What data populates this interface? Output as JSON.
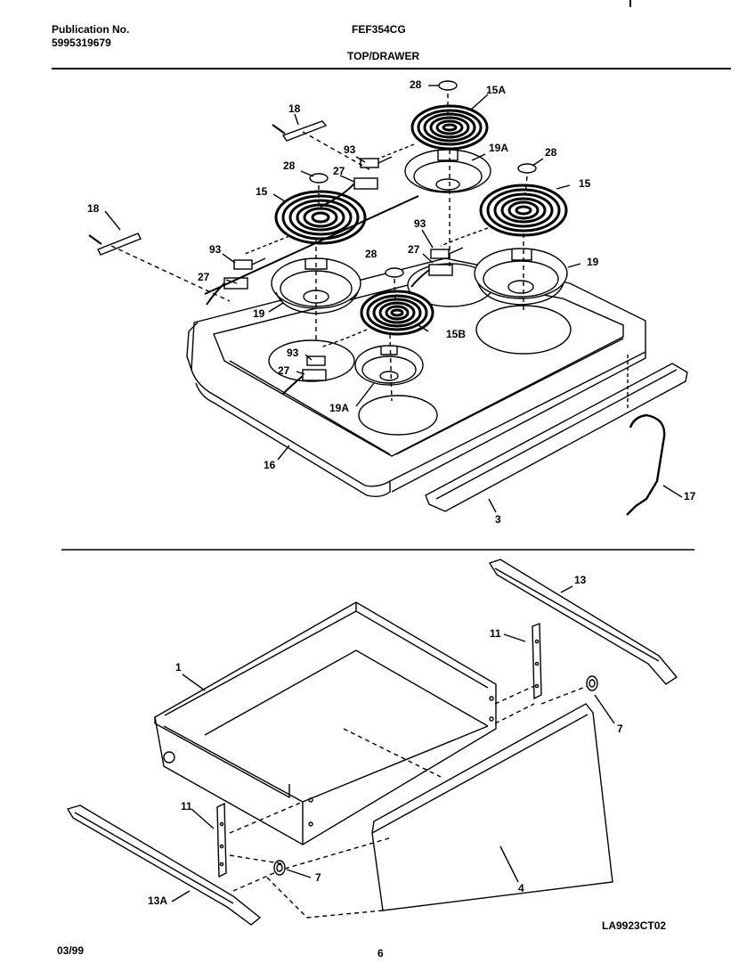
{
  "header": {
    "publication_label": "Publication No.",
    "publication_number": "5995319679",
    "model": "FEF354CG",
    "section": "TOP/DRAWER"
  },
  "footer": {
    "date": "03/99",
    "page": "6",
    "drawing_code": "LA9923CT02"
  },
  "callouts": {
    "top": [
      "28",
      "15A",
      "18",
      "93",
      "19A",
      "28",
      "27",
      "28",
      "15",
      "15",
      "18",
      "93",
      "27",
      "28",
      "27",
      "19",
      "93",
      "19",
      "15B",
      "93",
      "27",
      "19A",
      "16",
      "3",
      "17"
    ],
    "bottom": [
      "13",
      "11",
      "1",
      "7",
      "11",
      "7",
      "13A",
      "4"
    ]
  }
}
